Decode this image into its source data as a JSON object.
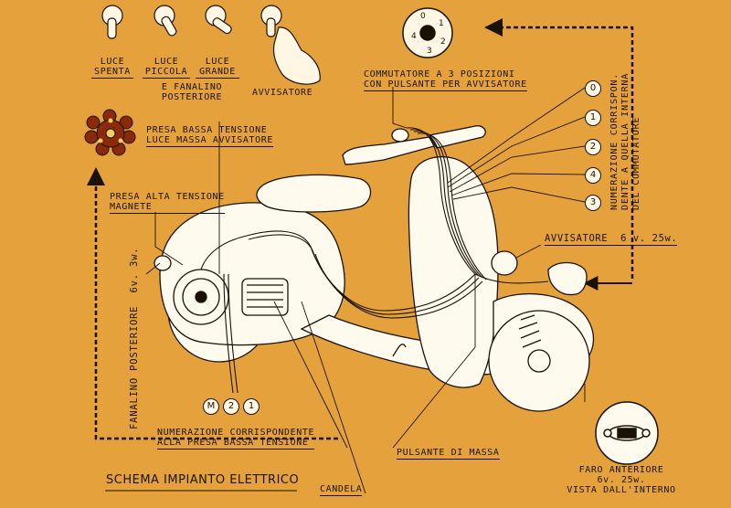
{
  "title": "SCHEMA IMPIANTO ELETTRICO",
  "switch_positions": [
    {
      "line1": "LUCE",
      "line2": "SPENTA"
    },
    {
      "line1": "LUCE",
      "line2": "PICCOLA"
    },
    {
      "line1": "LUCE",
      "line2": "GRANDE"
    }
  ],
  "tail_note": {
    "line1": "E FANALINO",
    "line2": "POSTERIORE"
  },
  "horn_switch": "AVVISATORE",
  "commutator": {
    "line1": "COMMUTATORE A 3 POSIZIONI",
    "line2": "CON PULSANTE PER AVVISATORE"
  },
  "dial_digits": [
    "0",
    "1",
    "2",
    "3",
    "4"
  ],
  "wire_numbers": [
    "0",
    "1",
    "2",
    "4",
    "3"
  ],
  "wire_numbers_note": [
    "NUMERAZIONE CORRISPON.",
    "DENTE A QUELLA INTERNA",
    "DEL COMMUTATORE"
  ],
  "low_tension": {
    "line1": "PRESA BASSA TENSIONE",
    "line2": "LUCE MASSA AVVISATORE"
  },
  "high_tension": {
    "line1": "PRESA ALTA TENSIONE",
    "line2": "MAGNETE"
  },
  "horn_spec": {
    "label": "AVVISATORE",
    "value": "6 v. 25w."
  },
  "tail_lamp_spec": {
    "label": "FANALINO POSTERIORE",
    "value": "6v. 3w."
  },
  "plug_numbers": [
    "M",
    "2",
    "1"
  ],
  "plug_note": {
    "line1": "NUMERAZIONE CORRISPONDENTE",
    "line2": "ALLA PRESA BASSA TENSIONE"
  },
  "ground_button": "PULSANTE DI MASSA",
  "spark_plug": "CANDELA",
  "headlamp": {
    "line1": "FARO ANTERIORE",
    "line2": "6v. 25w.",
    "line3": "VISTA DALL'INTERNO"
  }
}
